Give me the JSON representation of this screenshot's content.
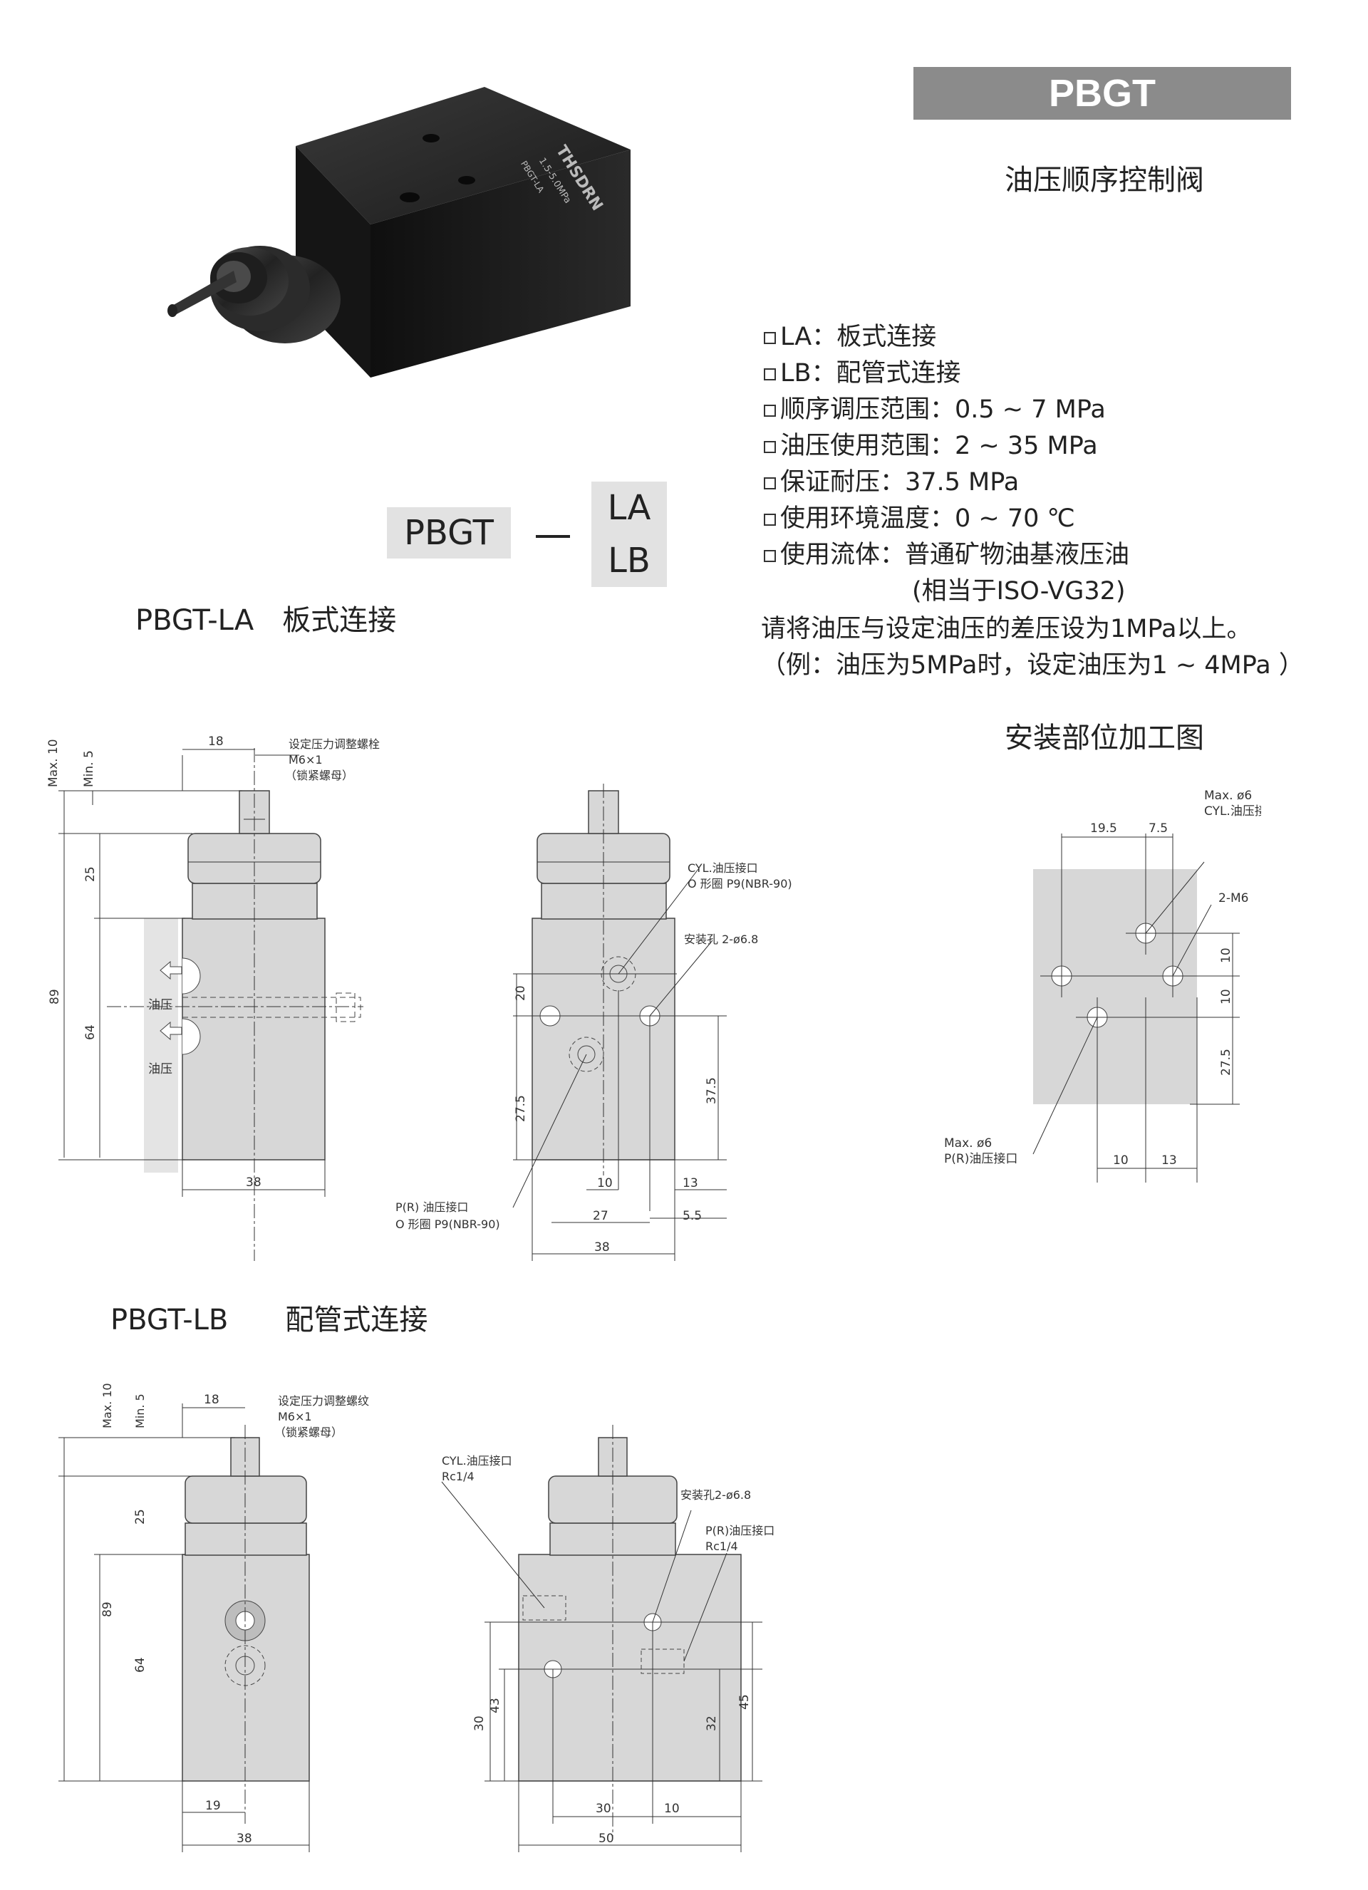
{
  "header": {
    "model": "PBGT",
    "name": "油压顺序控制阀"
  },
  "specs": [
    "LA：板式连接",
    "LB：配管式连接",
    "顺序调压范围：0.5 ~ 7 MPa",
    "油压使用范围：2 ~ 35 MPa",
    "保证耐压：37.5 MPa",
    "使用环境温度：0 ~ 70 ℃",
    "使用流体：普通矿物油基液压油"
  ],
  "spec_extra": "(相当于ISO-VG32)",
  "notes": [
    "请将油压与设定油压的差压设为1MPa以上。",
    "（例：油压为5MPa时，设定油压为1 ~ 4MPa ）"
  ],
  "model_code": {
    "base": "PBGT",
    "options": [
      "LA",
      "LB"
    ]
  },
  "product_photo": {
    "marking_brand": "THSDRN",
    "marking_model": "PBGT-LA",
    "marking_range": "1.5-5.0MPa"
  },
  "section_la": {
    "title": "PBGT-LA　板式连接",
    "labels": {
      "adjust_bolt": "设定压力调整螺栓",
      "thread": "M6×1",
      "lock_nut": "（锁紧螺母）",
      "cyl_port": "CYL.油压接口",
      "o_ring": "O 形圈 P9(NBR-90)",
      "mount_hole": "安装孔 2-ø6.8",
      "p_port": "P(R) 油压接口",
      "p_o_ring": "O 形圈 P9(NBR-90)",
      "oil_pressure": "油压"
    },
    "dims": {
      "max10": "Max. 10",
      "min5": "Min. 5",
      "w18": "18",
      "h25": "25",
      "h89": "89",
      "h64": "64",
      "w38": "38",
      "h20": "20",
      "h27_5": "27.5",
      "h37_5": "37.5",
      "w10": "10",
      "w13": "13",
      "w27": "27",
      "w5_5": "5.5",
      "w38b": "38"
    }
  },
  "section_mount": {
    "title": "安装部位加工图",
    "labels": {
      "cyl_max": "Max. ø6",
      "cyl_port": "CYL.油压接口",
      "m6": "2-M6",
      "p_max": "Max. ø6",
      "p_port": "P(R)油压接口"
    },
    "dims": {
      "d19_5": "19.5",
      "d7_5": "7.5",
      "d10a": "10",
      "d10b": "10",
      "d27_5": "27.5",
      "d10c": "10",
      "d13": "13"
    }
  },
  "section_lb": {
    "title": "PBGT-LB　　配管式连接",
    "labels": {
      "adjust_thread": "设定压力调整螺纹",
      "thread": "M6×1",
      "lock_nut": "（锁紧螺母）",
      "cyl_port": "CYL.油压接口",
      "cyl_rc": "Rc1/4",
      "mount_hole": "安装孔2-ø6.8",
      "p_port": "P(R)油压接口",
      "p_rc": "Rc1/4"
    },
    "dims": {
      "max10": "Max. 10",
      "min5": "Min. 5",
      "w18": "18",
      "h25": "25",
      "h89": "89",
      "h64": "64",
      "w19": "19",
      "w38": "38",
      "h43": "43",
      "h30": "30",
      "h32": "32",
      "h45": "45",
      "w30": "30",
      "w10": "10",
      "w50": "50"
    }
  },
  "colors": {
    "title_bar": "#8b8b8b",
    "drawing_fill": "#d7d7d7",
    "code_box": "#e2e2e2"
  }
}
